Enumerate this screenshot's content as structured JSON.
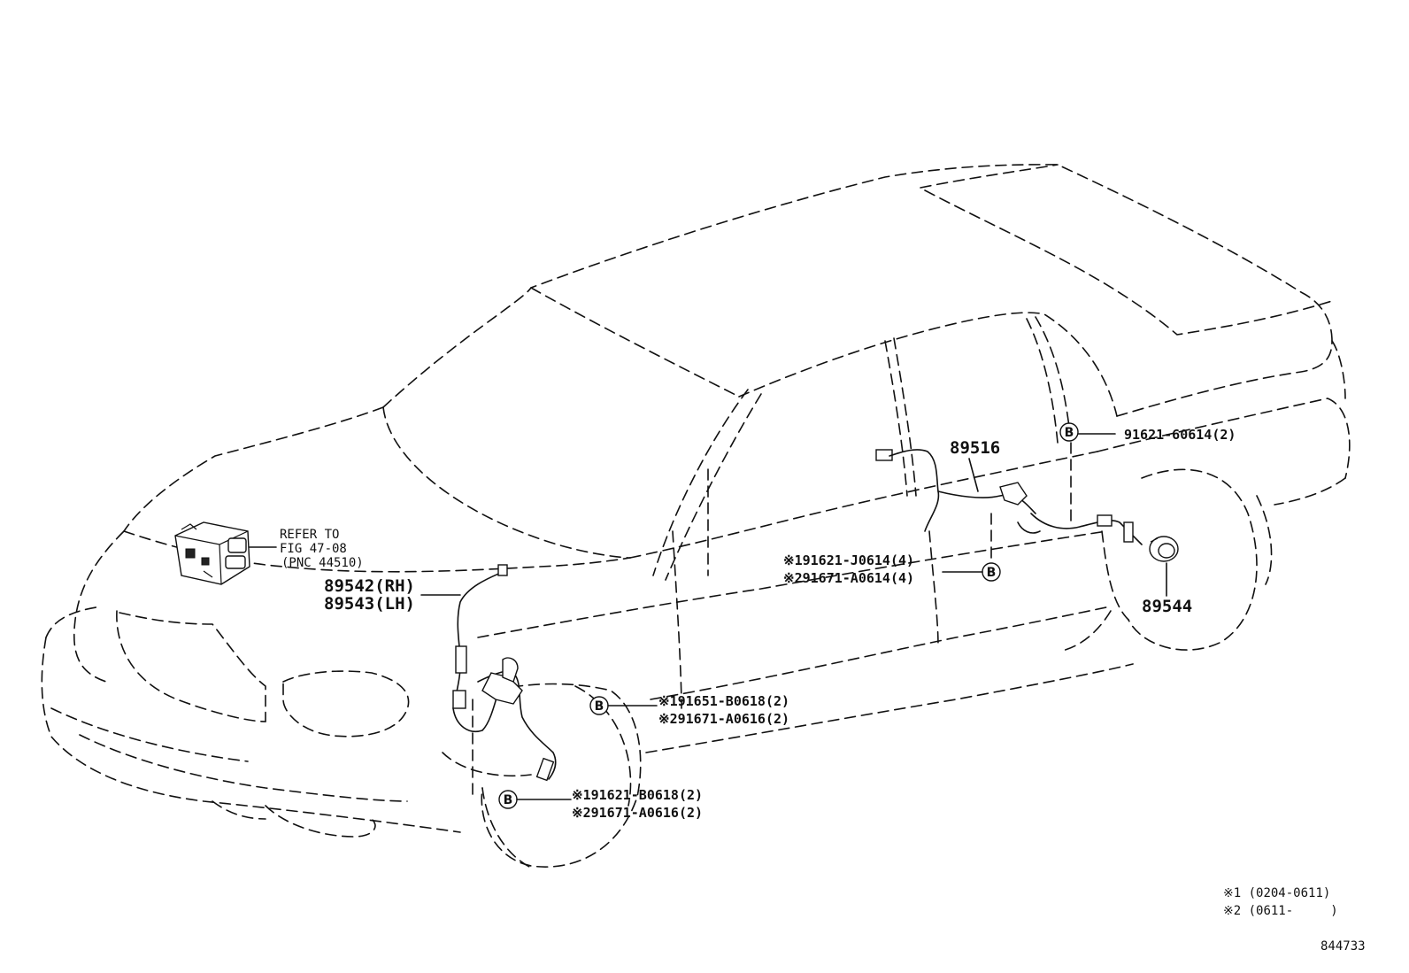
{
  "parts": {
    "actuator_ref": {
      "line1": "REFER TO",
      "line2": "FIG 47-08",
      "line3": "(PNC 44510)"
    },
    "front_sensor": {
      "rh": "89542(RH)",
      "lh": "89543(LH)"
    },
    "rear_sensor": "89516",
    "rear_rotor": "89544",
    "bolt_rear_top": "91621-60614(2)",
    "bolt_rear_mid": {
      "line1": "※191621-J0614(4)",
      "line2": "※291671-A0614(4)"
    },
    "bolt_front_upper": {
      "line1": "※191651-B0618(2)",
      "line2": "※291671-A0616(2)"
    },
    "bolt_front_lower": {
      "line1": "※191621-B0618(2)",
      "line2": "※291671-A0616(2)"
    }
  },
  "bolt_marker": "B",
  "legend": {
    "note1": "※1 (0204-0611)",
    "note2": "※2 (0611-     )"
  },
  "figure_id": "844733"
}
